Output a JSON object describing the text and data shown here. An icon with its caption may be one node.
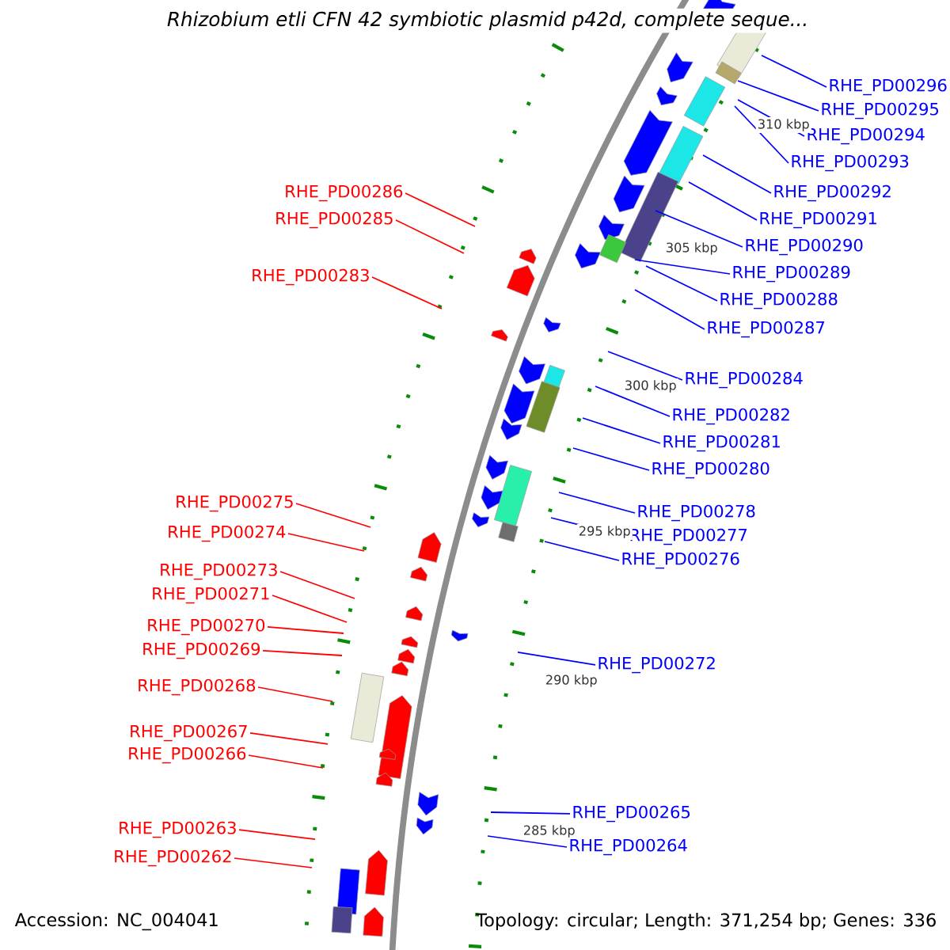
{
  "diagram": {
    "title": "Rhizobium etli CFN 42 symbiotic plasmid p42d, complete seque...",
    "nodes": [
      {
        "text": [
          "RHE_PD00296"
        ]
      },
      {
        "text": [
          "RHE_PD00295"
        ]
      },
      {
        "text": [
          "RHE_PD00294"
        ]
      },
      {
        "text": [
          "RHE_PD00293"
        ]
      },
      {
        "text": [
          "RHE_PD00292"
        ]
      },
      {
        "text": [
          "RHE_PD00291"
        ]
      },
      {
        "text": [
          "RHE_PD00290"
        ]
      },
      {
        "text": [
          "RHE_PD00289"
        ]
      },
      {
        "text": [
          "RHE_PD00288"
        ]
      },
      {
        "text": [
          "RHE_PD00287"
        ]
      },
      {
        "text": [
          "RHE_PD00284"
        ]
      },
      {
        "text": [
          "RHE_PD00282"
        ]
      },
      {
        "text": [
          "RHE_PD00281"
        ]
      },
      {
        "text": [
          "RHE_PD00280"
        ]
      },
      {
        "text": [
          "RHE_PD00278"
        ]
      },
      {
        "text": [
          "RHE_PD00277"
        ]
      },
      {
        "text": [
          "RHE_PD00276"
        ]
      },
      {
        "text": [
          "RHE_PD00272"
        ]
      },
      {
        "text": [
          "RHE_PD00265"
        ]
      },
      {
        "text": [
          "RHE_PD00264"
        ]
      },
      {
        "text": [
          "RHE_PD00286"
        ]
      },
      {
        "text": [
          "RHE_PD00285"
        ]
      },
      {
        "text": [
          "RHE_PD00283"
        ]
      },
      {
        "text": [
          "RHE_PD00275"
        ]
      },
      {
        "text": [
          "RHE_PD00274"
        ]
      },
      {
        "text": [
          "RHE_PD00273"
        ]
      },
      {
        "text": [
          "RHE_PD00271"
        ]
      },
      {
        "text": [
          "RHE_PD00270"
        ]
      },
      {
        "text": [
          "RHE_PD00269"
        ]
      },
      {
        "text": [
          "RHE_PD00268"
        ]
      },
      {
        "text": [
          "RHE_PD00267"
        ]
      },
      {
        "text": [
          "RHE_PD00266"
        ]
      },
      {
        "text": [
          "RHE_PD00263"
        ]
      },
      {
        "text": [
          "RHE_PD00262"
        ]
      }
    ],
    "edges": [
      {
        "from": 0,
        "to": null,
        "arrow": "none"
      },
      {
        "from": 1,
        "to": null,
        "arrow": "none"
      },
      {
        "from": 2,
        "to": null,
        "arrow": "none"
      },
      {
        "from": 3,
        "to": null,
        "arrow": "none"
      },
      {
        "from": 4,
        "to": null,
        "arrow": "none"
      },
      {
        "from": 5,
        "to": null,
        "arrow": "none"
      },
      {
        "from": 6,
        "to": null,
        "arrow": "none"
      },
      {
        "from": 7,
        "to": null,
        "arrow": "none"
      },
      {
        "from": 8,
        "to": null,
        "arrow": "none"
      },
      {
        "from": 9,
        "to": null,
        "arrow": "none"
      },
      {
        "from": 10,
        "to": null,
        "arrow": "none"
      },
      {
        "from": 11,
        "to": null,
        "arrow": "none"
      },
      {
        "from": 12,
        "to": null,
        "arrow": "none"
      },
      {
        "from": 13,
        "to": null,
        "arrow": "none"
      },
      {
        "from": 14,
        "to": null,
        "arrow": "none"
      },
      {
        "from": 15,
        "to": null,
        "arrow": "none"
      },
      {
        "from": 16,
        "to": null,
        "arrow": "none"
      },
      {
        "from": 17,
        "to": null,
        "arrow": "none"
      },
      {
        "from": 18,
        "to": null,
        "arrow": "none"
      },
      {
        "from": 19,
        "to": null,
        "arrow": "none"
      },
      {
        "from": 20,
        "to": null,
        "arrow": "none",
        "color": "#ff0000"
      },
      {
        "from": 21,
        "to": null,
        "arrow": "none",
        "color": "#ff0000"
      },
      {
        "from": 22,
        "to": null,
        "arrow": "none",
        "color": "#ff0000"
      },
      {
        "from": 23,
        "to": null,
        "arrow": "none",
        "color": "#ff0000"
      },
      {
        "from": 24,
        "to": null,
        "arrow": "none",
        "color": "#ff0000"
      },
      {
        "from": 25,
        "to": null,
        "arrow": "none",
        "color": "#ff0000"
      },
      {
        "from": 26,
        "to": null,
        "arrow": "none",
        "color": "#ff0000"
      },
      {
        "from": 27,
        "to": null,
        "arrow": "none",
        "color": "#ff0000"
      },
      {
        "from": 28,
        "to": null,
        "arrow": "none",
        "color": "#ff0000"
      },
      {
        "from": 29,
        "to": null,
        "arrow": "none",
        "color": "#ff0000"
      },
      {
        "from": 30,
        "to": null,
        "arrow": "none",
        "color": "#ff0000"
      },
      {
        "from": 31,
        "to": null,
        "arrow": "none",
        "color": "#ff0000"
      },
      {
        "from": 32,
        "to": null,
        "arrow": "none",
        "color": "#ff0000"
      },
      {
        "from": 33,
        "to": null,
        "arrow": "none",
        "color": "#ff0000"
      }
    ],
    "labels": [
      "310 kbp",
      "305 kbp",
      "300 kbp",
      "295 kbp",
      "290 kbp",
      "285 kbp",
      "Accession: NC_004041",
      "Topology: circular; Length: 371,254 bp; Genes: 336"
    ]
  }
}
